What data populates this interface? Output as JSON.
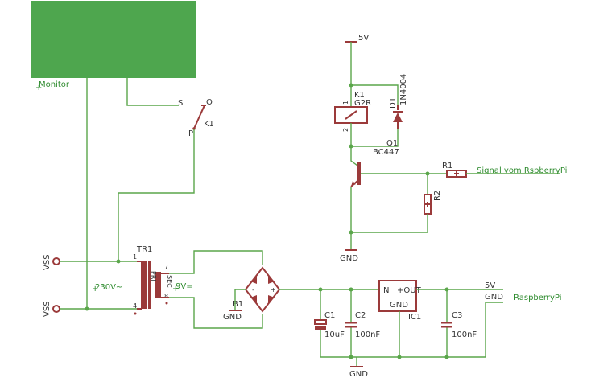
{
  "labels": {
    "monitor": "Monitor",
    "vss_top": "VSS",
    "vss_bottom": "VSS",
    "v230": "230V~",
    "v9": "9V=",
    "tr1": "TR1",
    "pin1": "1",
    "pin4": "4",
    "pin7": "7",
    "pin8": "8",
    "pri": "PRI",
    "sec": "SEC",
    "relay_switch_s": "S",
    "relay_switch_o": "O",
    "relay_switch_p": "P",
    "relay_switch_k1": "K1",
    "b1": "B1",
    "gnd_b1": "GND",
    "c1": "C1",
    "c1_val": "10uF",
    "c2": "C2",
    "c2_val": "100nF",
    "c3": "C3",
    "c3_val": "100nF",
    "ic1": "IC1",
    "ic_in": "IN",
    "ic_out": "+OUT",
    "ic_gnd": "GND",
    "out_5v": "5V",
    "out_gnd": "GND",
    "raspberry": "RaspberryPi",
    "gnd_bottom": "GND",
    "v5_top": "5V",
    "k1_coil": "K1",
    "g2r": "G2R",
    "coil_pin1": "1",
    "coil_pin2": "2",
    "d1": "D1",
    "d1_part": "1N4004",
    "q1": "Q1",
    "bc447": "BC447",
    "r1": "R1",
    "r2": "R2",
    "signal": "Signal vom RspberryPi",
    "gnd_q": "GND"
  },
  "colors": {
    "monitor_fill": "#4ea64e",
    "wire": "#5aa64a",
    "part": "#9b3a3a"
  }
}
